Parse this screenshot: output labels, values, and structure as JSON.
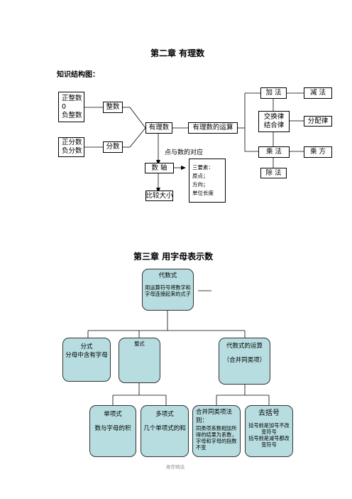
{
  "ch2": {
    "title": "第二章  有理数",
    "subtitle": "知识结构图：",
    "int_types": [
      "正整数",
      "0",
      "负整数"
    ],
    "integer": "整数",
    "frac_types": [
      "正分数",
      "负分数"
    ],
    "fraction": "分数",
    "rational": "有理数",
    "operations": "有理数的运算",
    "add": "加  法",
    "sub": "减  法",
    "laws": [
      "交换律",
      "结合律"
    ],
    "distributive": "分配律",
    "mul": "乘  法",
    "power": "乘  方",
    "div": "除  法",
    "correspondence": "点与数的对应",
    "numberline": "数  轴",
    "compare": "比较大小",
    "elements": [
      "三要素：",
      "原点；",
      "方向；",
      "单位长度"
    ]
  },
  "ch3": {
    "title": "第三章  用字母表示数",
    "root_title": "代数式",
    "root_desc": "用运算符号将数字和字母连接起来的式子",
    "fenshi_title": "分式",
    "fenshi_desc": "分母中含有字母",
    "zhengshi_title": "整式",
    "ops_title": "代数式的运算",
    "ops_desc": "（合并同类项）",
    "danxiang_title": "单项式",
    "danxiang_desc": "数与字母的积",
    "duoxiang_title": "多项式",
    "duoxiang_desc": "几个单项式的和",
    "hebing_title": "合并同类项法则：",
    "hebing_desc": "同类项系数相加所得的结果为系数，字母和字母的指数不变",
    "kuohao_title": "去括号",
    "kuohao_desc": [
      "括号前是加号不改变符号",
      "括号前是减号都改变符号"
    ]
  },
  "footer": "推荐精选"
}
